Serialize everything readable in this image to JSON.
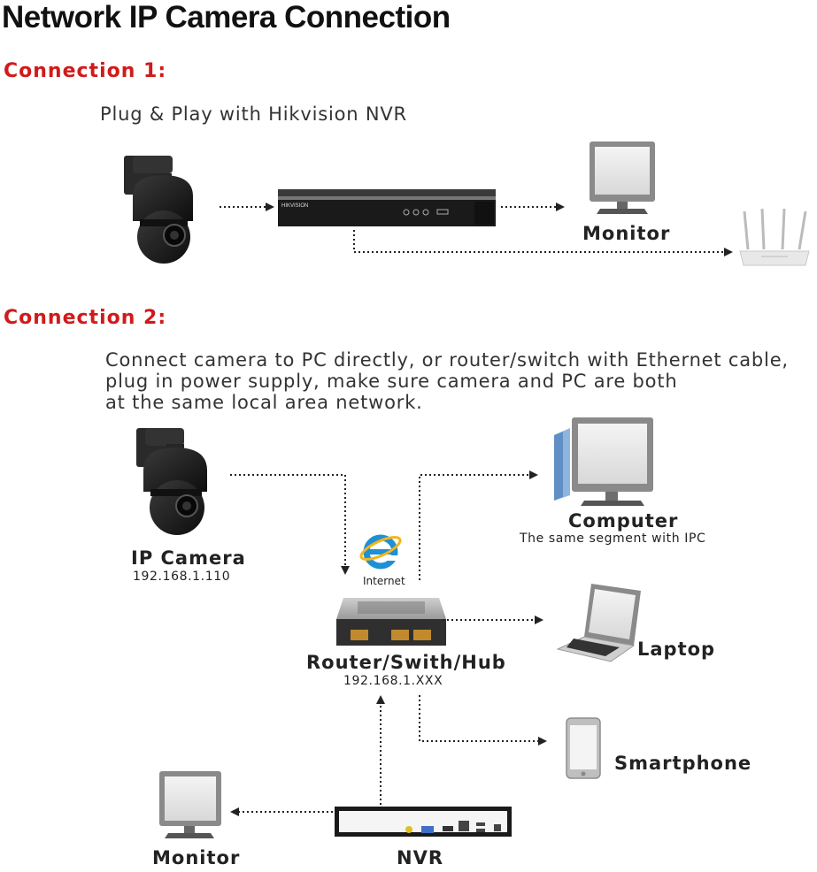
{
  "title": "Network IP Camera Connection",
  "connection1": {
    "heading": "Connection 1:",
    "description": "Plug & Play with Hikvision NVR",
    "nvr_brand": "HIKVISION",
    "monitor_label": "Monitor"
  },
  "connection2": {
    "heading": "Connection 2:",
    "description_lines": [
      "Connect camera to PC directly, or router/switch with Ethernet cable,",
      "plug in power supply, make sure camera and PC are both",
      "at the same local area network."
    ],
    "camera_label": "IP Camera",
    "camera_ip": "192.168.1.110",
    "internet_label": "Internet",
    "router_label": "Router/Swith/Hub",
    "router_ip": "192.168.1.XXX",
    "computer_label": "Computer",
    "computer_sub": "The same segment with IPC",
    "laptop_label": "Laptop",
    "smartphone_label": "Smartphone",
    "monitor_label": "Monitor",
    "nvr_label": "NVR"
  },
  "colors": {
    "accent_red": "#d11a1a",
    "device_black": "#1c1c1c",
    "ie_blue": "#1e90d6"
  }
}
